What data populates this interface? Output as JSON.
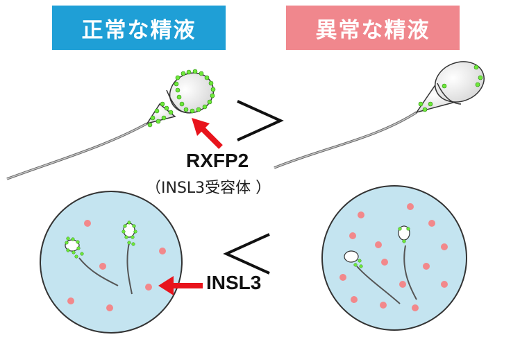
{
  "header_normal": "正常な精液",
  "header_abnormal": "異常な精液",
  "receptor_label": "RXFP2",
  "receptor_note": "（INSL3受容体 ）",
  "hormone_label": "INSL3",
  "comparison_top": "greater-than",
  "comparison_bottom": "less-than",
  "colors": {
    "normal_header": "#1f9fd6",
    "abnormal_header": "#f0878d",
    "receptor_marker": "#6ee83a",
    "hormone_dot": "#f2888b",
    "fluid": "#c4e4f0",
    "arrow": "#e8141c"
  }
}
